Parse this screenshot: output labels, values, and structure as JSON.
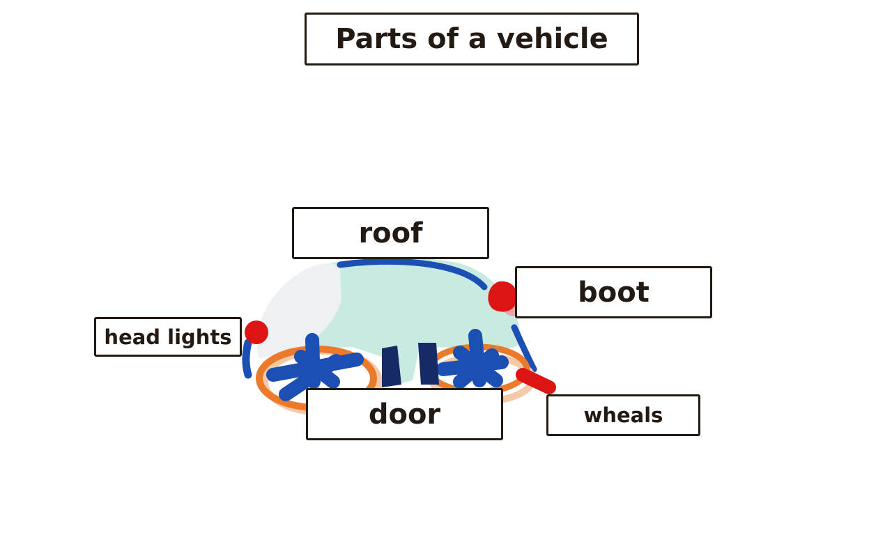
{
  "diagram": {
    "title": "Parts of a vehicle",
    "labels": {
      "roof": "roof",
      "boot": "boot",
      "head_lights": "head lights",
      "door": "door",
      "wheals": "wheals"
    }
  },
  "colors": {
    "text": "#231a14",
    "border": "#231a14",
    "body_mint": "#c8ebe1",
    "window_pale": "#eef0f3",
    "outline_blue": "#1b4fb3",
    "dark_navy": "#162b66",
    "wheel_orange": "#ec7a2b",
    "wheel_peach": "#f4c9a8",
    "light_red": "#dd1414",
    "pink_glow": "#eea3a8",
    "pale_blue": "#a8c0e6"
  }
}
